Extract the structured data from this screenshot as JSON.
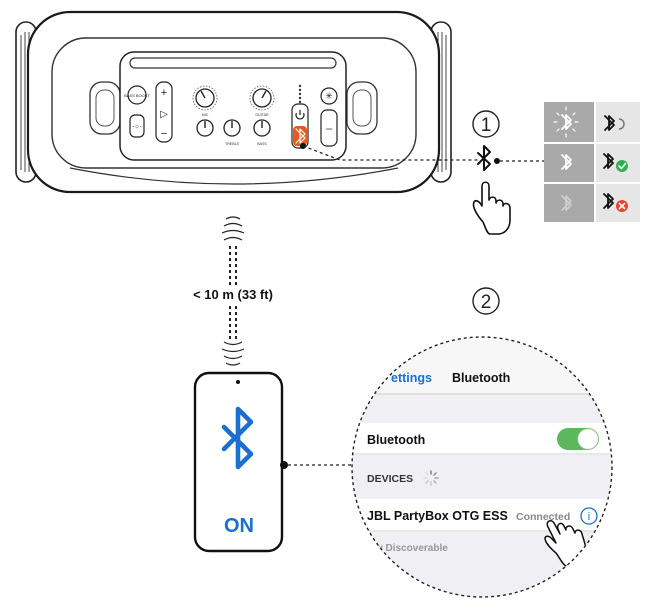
{
  "steps": [
    "1",
    "2"
  ],
  "range_label": "< 10 m (33 ft)",
  "speaker": {
    "left_btn_label": "BASS BOOST",
    "small_labels": [
      "TREBLE",
      "BASS",
      "GUITAR",
      "MIC"
    ],
    "light_label": "ooo"
  },
  "phone": {
    "status": "ON"
  },
  "settings": {
    "back_label": "ettings",
    "title": "Bluetooth",
    "bluetooth_row": "Bluetooth",
    "devices_header": "DEVICES",
    "device_name": "JBL PartyBox OTG ESS",
    "device_status": "Connected",
    "info_glyph": "i",
    "discoverable": "w Discoverable"
  },
  "status_table": {
    "rows": [
      {
        "state": "pairing",
        "speaker_icon": "bluetooth-flashing-icon",
        "phone_icon": "bluetooth-searching-icon"
      },
      {
        "state": "connected",
        "speaker_icon": "bluetooth-solid-icon",
        "phone_icon": "bluetooth-check-icon"
      },
      {
        "state": "failed",
        "speaker_icon": "bluetooth-dim-icon",
        "phone_icon": "bluetooth-error-icon"
      }
    ]
  },
  "colors": {
    "accent_blue": "#1a6fd0",
    "toggle_green": "#5cb85c",
    "bt_button_orange": "#e85a1e",
    "check_green": "#2bb24c",
    "error_red": "#e8462b",
    "table_gray": "#a9a9a9"
  }
}
